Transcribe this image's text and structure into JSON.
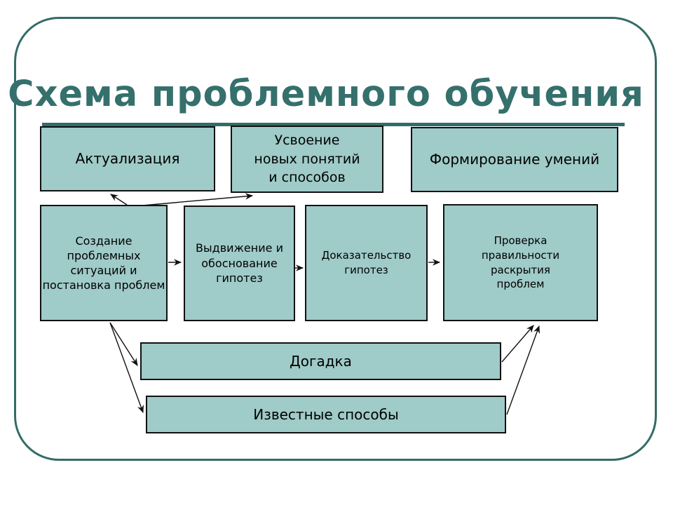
{
  "slide": {
    "title": "Схема проблемного обучения"
  },
  "colors": {
    "box_fill": "#9FCBC8",
    "box_border": "#111111",
    "frame": "#346B67",
    "title_text": "#35706C",
    "diagram_text": "#000000"
  },
  "diagram": {
    "top_row": [
      {
        "label": "Актуализация"
      },
      {
        "label": "Усвоение\nновых понятий\nи способов"
      },
      {
        "label": "Формирование умений"
      }
    ],
    "process_row": [
      {
        "label": "Создание\nпроблемных\nситуаций  и\nпостановка проблем"
      },
      {
        "label": "Выдвижение и\nобоснование\nгипотез"
      },
      {
        "label": "Доказательство\nгипотез"
      },
      {
        "label": "Проверка\nправильности\nраскрытия\nпроблем"
      }
    ],
    "alternative_row": [
      {
        "label": "Догадка"
      },
      {
        "label": "Известные способы"
      }
    ],
    "connections": [
      {
        "from": "Создание проблемных ситуаций и постановка проблем",
        "to": "Актуализация"
      },
      {
        "from": "Создание проблемных ситуаций и постановка проблем",
        "to": "Усвоение новых понятий и способов"
      },
      {
        "from": "Создание проблемных ситуаций и постановка проблем",
        "to": "Выдвижение и обоснование гипотез"
      },
      {
        "from": "Выдвижение и обоснование гипотез",
        "to": "Доказательство гипотез"
      },
      {
        "from": "Доказательство гипотез",
        "to": "Проверка правильности раскрытия проблем"
      },
      {
        "from": "Создание проблемных ситуаций и постановка проблем",
        "to": "Догадка"
      },
      {
        "from": "Создание проблемных ситуаций и постановка проблем",
        "to": "Известные способы"
      },
      {
        "from": "Догадка",
        "to": "Проверка правильности раскрытия проблем"
      },
      {
        "from": "Известные способы",
        "to": "Проверка правильности раскрытия проблем"
      }
    ]
  }
}
